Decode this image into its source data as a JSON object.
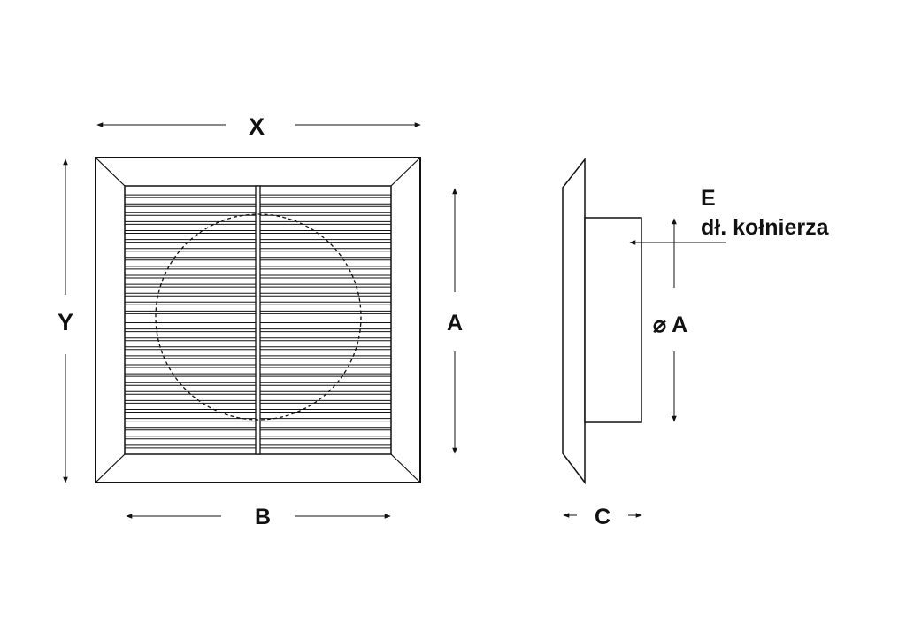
{
  "labels": {
    "x": "X",
    "y": "Y",
    "a_front": "A",
    "b": "B",
    "c": "C",
    "e": "E",
    "e_desc": "dł. kołnierza",
    "diameter": "⌀ A"
  }
}
